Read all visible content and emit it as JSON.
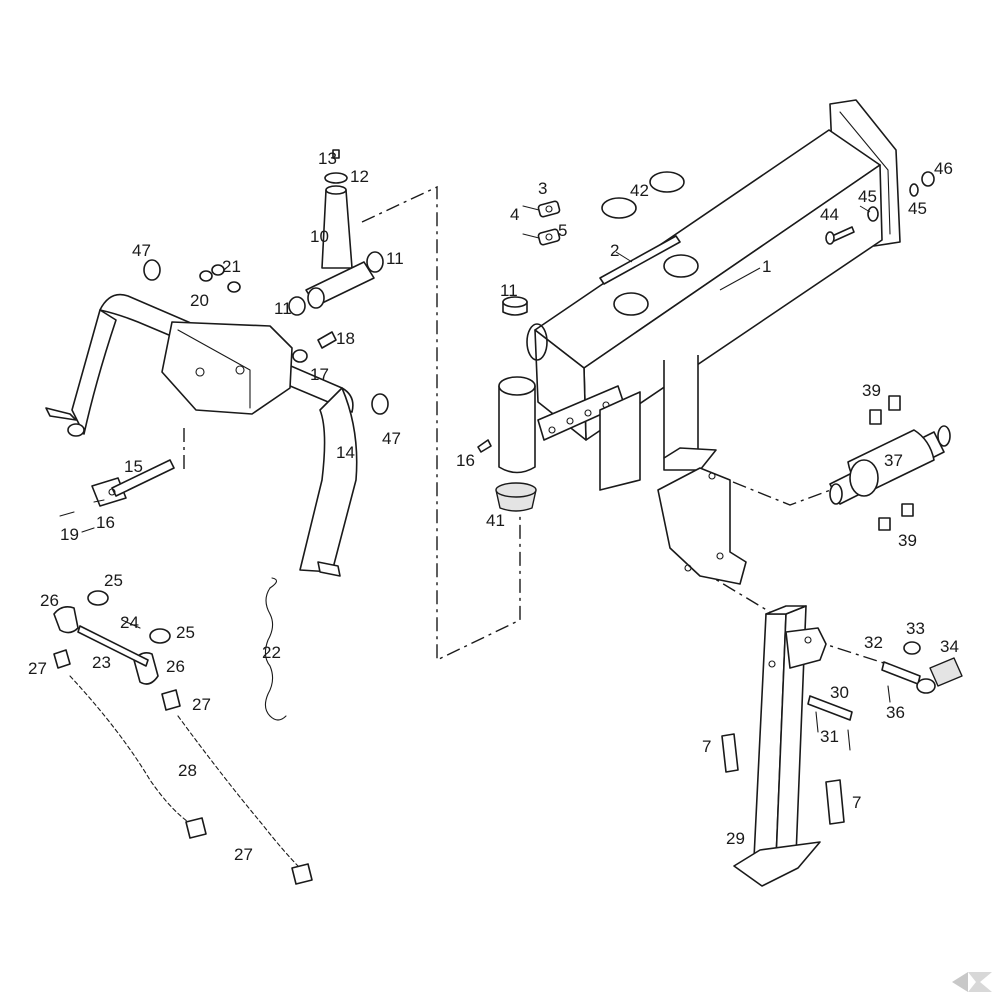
{
  "callouts": [
    {
      "id": "c1",
      "text": "1"
    },
    {
      "id": "c2",
      "text": "2"
    },
    {
      "id": "c3",
      "text": "3"
    },
    {
      "id": "c4",
      "text": "4"
    },
    {
      "id": "c5",
      "text": "5"
    },
    {
      "id": "c7a",
      "text": "7"
    },
    {
      "id": "c7b",
      "text": "7"
    },
    {
      "id": "c10",
      "text": "10"
    },
    {
      "id": "c11a",
      "text": "11"
    },
    {
      "id": "c11b",
      "text": "11"
    },
    {
      "id": "c11c",
      "text": "11"
    },
    {
      "id": "c12",
      "text": "12"
    },
    {
      "id": "c13",
      "text": "13"
    },
    {
      "id": "c14",
      "text": "14"
    },
    {
      "id": "c15",
      "text": "15"
    },
    {
      "id": "c16a",
      "text": "16"
    },
    {
      "id": "c16b",
      "text": "16"
    },
    {
      "id": "c17",
      "text": "17"
    },
    {
      "id": "c18",
      "text": "18"
    },
    {
      "id": "c19",
      "text": "19"
    },
    {
      "id": "c20",
      "text": "20"
    },
    {
      "id": "c21",
      "text": "21"
    },
    {
      "id": "c22",
      "text": "22"
    },
    {
      "id": "c23",
      "text": "23"
    },
    {
      "id": "c24",
      "text": "24"
    },
    {
      "id": "c25a",
      "text": "25"
    },
    {
      "id": "c25b",
      "text": "25"
    },
    {
      "id": "c26a",
      "text": "26"
    },
    {
      "id": "c26b",
      "text": "26"
    },
    {
      "id": "c27a",
      "text": "27"
    },
    {
      "id": "c27b",
      "text": "27"
    },
    {
      "id": "c27c",
      "text": "27"
    },
    {
      "id": "c28",
      "text": "28"
    },
    {
      "id": "c29",
      "text": "29"
    },
    {
      "id": "c30",
      "text": "30"
    },
    {
      "id": "c31",
      "text": "31"
    },
    {
      "id": "c32",
      "text": "32"
    },
    {
      "id": "c33",
      "text": "33"
    },
    {
      "id": "c34",
      "text": "34"
    },
    {
      "id": "c36",
      "text": "36"
    },
    {
      "id": "c37",
      "text": "37"
    },
    {
      "id": "c39a",
      "text": "39"
    },
    {
      "id": "c39b",
      "text": "39"
    },
    {
      "id": "c41",
      "text": "41"
    },
    {
      "id": "c42",
      "text": "42"
    },
    {
      "id": "c44",
      "text": "44"
    },
    {
      "id": "c45a",
      "text": "45"
    },
    {
      "id": "c45b",
      "text": "45"
    },
    {
      "id": "c46",
      "text": "46"
    },
    {
      "id": "c47a",
      "text": "47"
    },
    {
      "id": "c47b",
      "text": "47"
    }
  ]
}
